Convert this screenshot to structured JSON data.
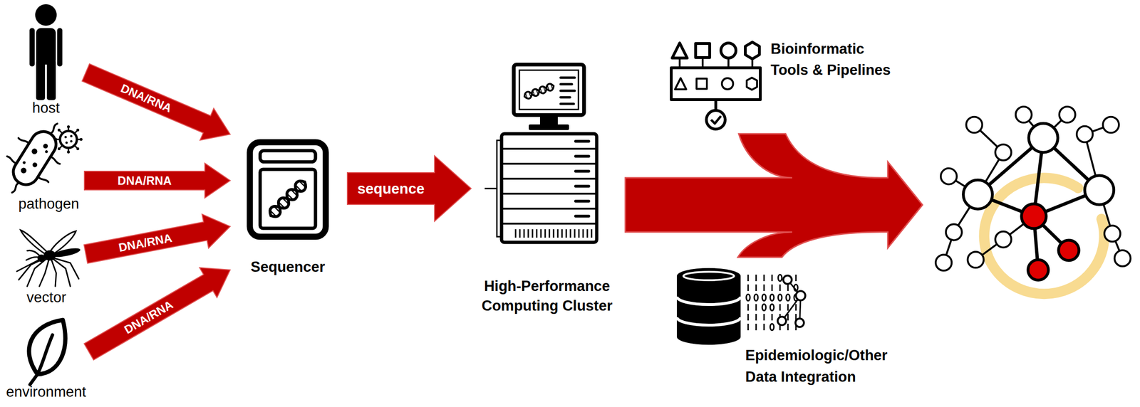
{
  "diagram": {
    "nodes": [
      {
        "text": [
          "host"
        ]
      },
      {
        "text": [
          "pathogen"
        ]
      },
      {
        "text": [
          "vector"
        ]
      },
      {
        "text": [
          "environment"
        ]
      },
      {
        "text": [
          "Sequencer"
        ]
      },
      {
        "text": [
          "High-Performance Computing Cluster"
        ]
      },
      {
        "text": [
          "Bioinformatic Tools & Pipelines"
        ]
      },
      {
        "text": [
          "Epidemiologic/Other Data Integration"
        ]
      }
    ],
    "edges": [
      {
        "from": 0,
        "to": 4,
        "label": "DNA/RNA",
        "arrow": "to"
      },
      {
        "from": 1,
        "to": 4,
        "label": "DNA/RNA",
        "arrow": "to"
      },
      {
        "from": 2,
        "to": 4,
        "label": "DNA/RNA",
        "arrow": "to"
      },
      {
        "from": 3,
        "to": 4,
        "label": "DNA/RNA",
        "arrow": "to"
      },
      {
        "from": 4,
        "to": 5,
        "label": "sequence",
        "arrow": "to"
      }
    ]
  }
}
